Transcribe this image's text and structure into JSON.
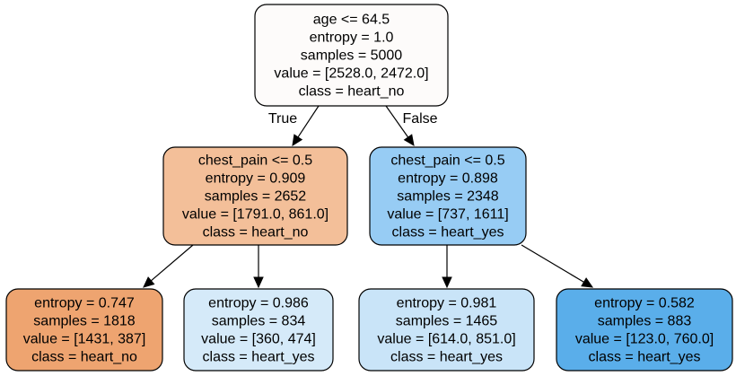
{
  "nodes": [
    {
      "id": "root",
      "color": "#fdfbfa",
      "lines": [
        "age <= 64.5",
        "entropy = 1.0",
        "samples = 5000",
        "value = [2528.0, 2472.0]",
        "class = heart_no"
      ]
    },
    {
      "id": "left",
      "color": "#f3bf99",
      "lines": [
        "chest_pain <= 0.5",
        "entropy = 0.909",
        "samples = 2652",
        "value = [1791.0, 861.0]",
        "class = heart_no"
      ]
    },
    {
      "id": "right",
      "color": "#97ccf4",
      "lines": [
        "chest_pain <= 0.5",
        "entropy = 0.898",
        "samples = 2348",
        "value = [737, 1611]",
        "class = heart_yes"
      ]
    },
    {
      "id": "left-left",
      "color": "#eea470",
      "lines": [
        "entropy = 0.747",
        "samples = 1818",
        "value = [1431, 387]",
        "class = heart_no"
      ]
    },
    {
      "id": "left-right",
      "color": "#d5eaf9",
      "lines": [
        "entropy = 0.986",
        "samples = 834",
        "value = [360, 474]",
        "class = heart_yes"
      ]
    },
    {
      "id": "right-left",
      "color": "#c9e4f8",
      "lines": [
        "entropy = 0.981",
        "samples = 1465",
        "value = [614.0, 851.0]",
        "class = heart_yes"
      ]
    },
    {
      "id": "right-right",
      "color": "#5aaeea",
      "lines": [
        "entropy = 0.582",
        "samples = 883",
        "value = [123.0, 760.0]",
        "class = heart_yes"
      ]
    }
  ],
  "edges": [
    {
      "from": "root",
      "to": "left",
      "label": "True"
    },
    {
      "from": "root",
      "to": "right",
      "label": "False"
    },
    {
      "from": "left",
      "to": "left-left",
      "label": ""
    },
    {
      "from": "left",
      "to": "left-right",
      "label": ""
    },
    {
      "from": "right",
      "to": "right-left",
      "label": ""
    },
    {
      "from": "right",
      "to": "right-right",
      "label": ""
    }
  ]
}
